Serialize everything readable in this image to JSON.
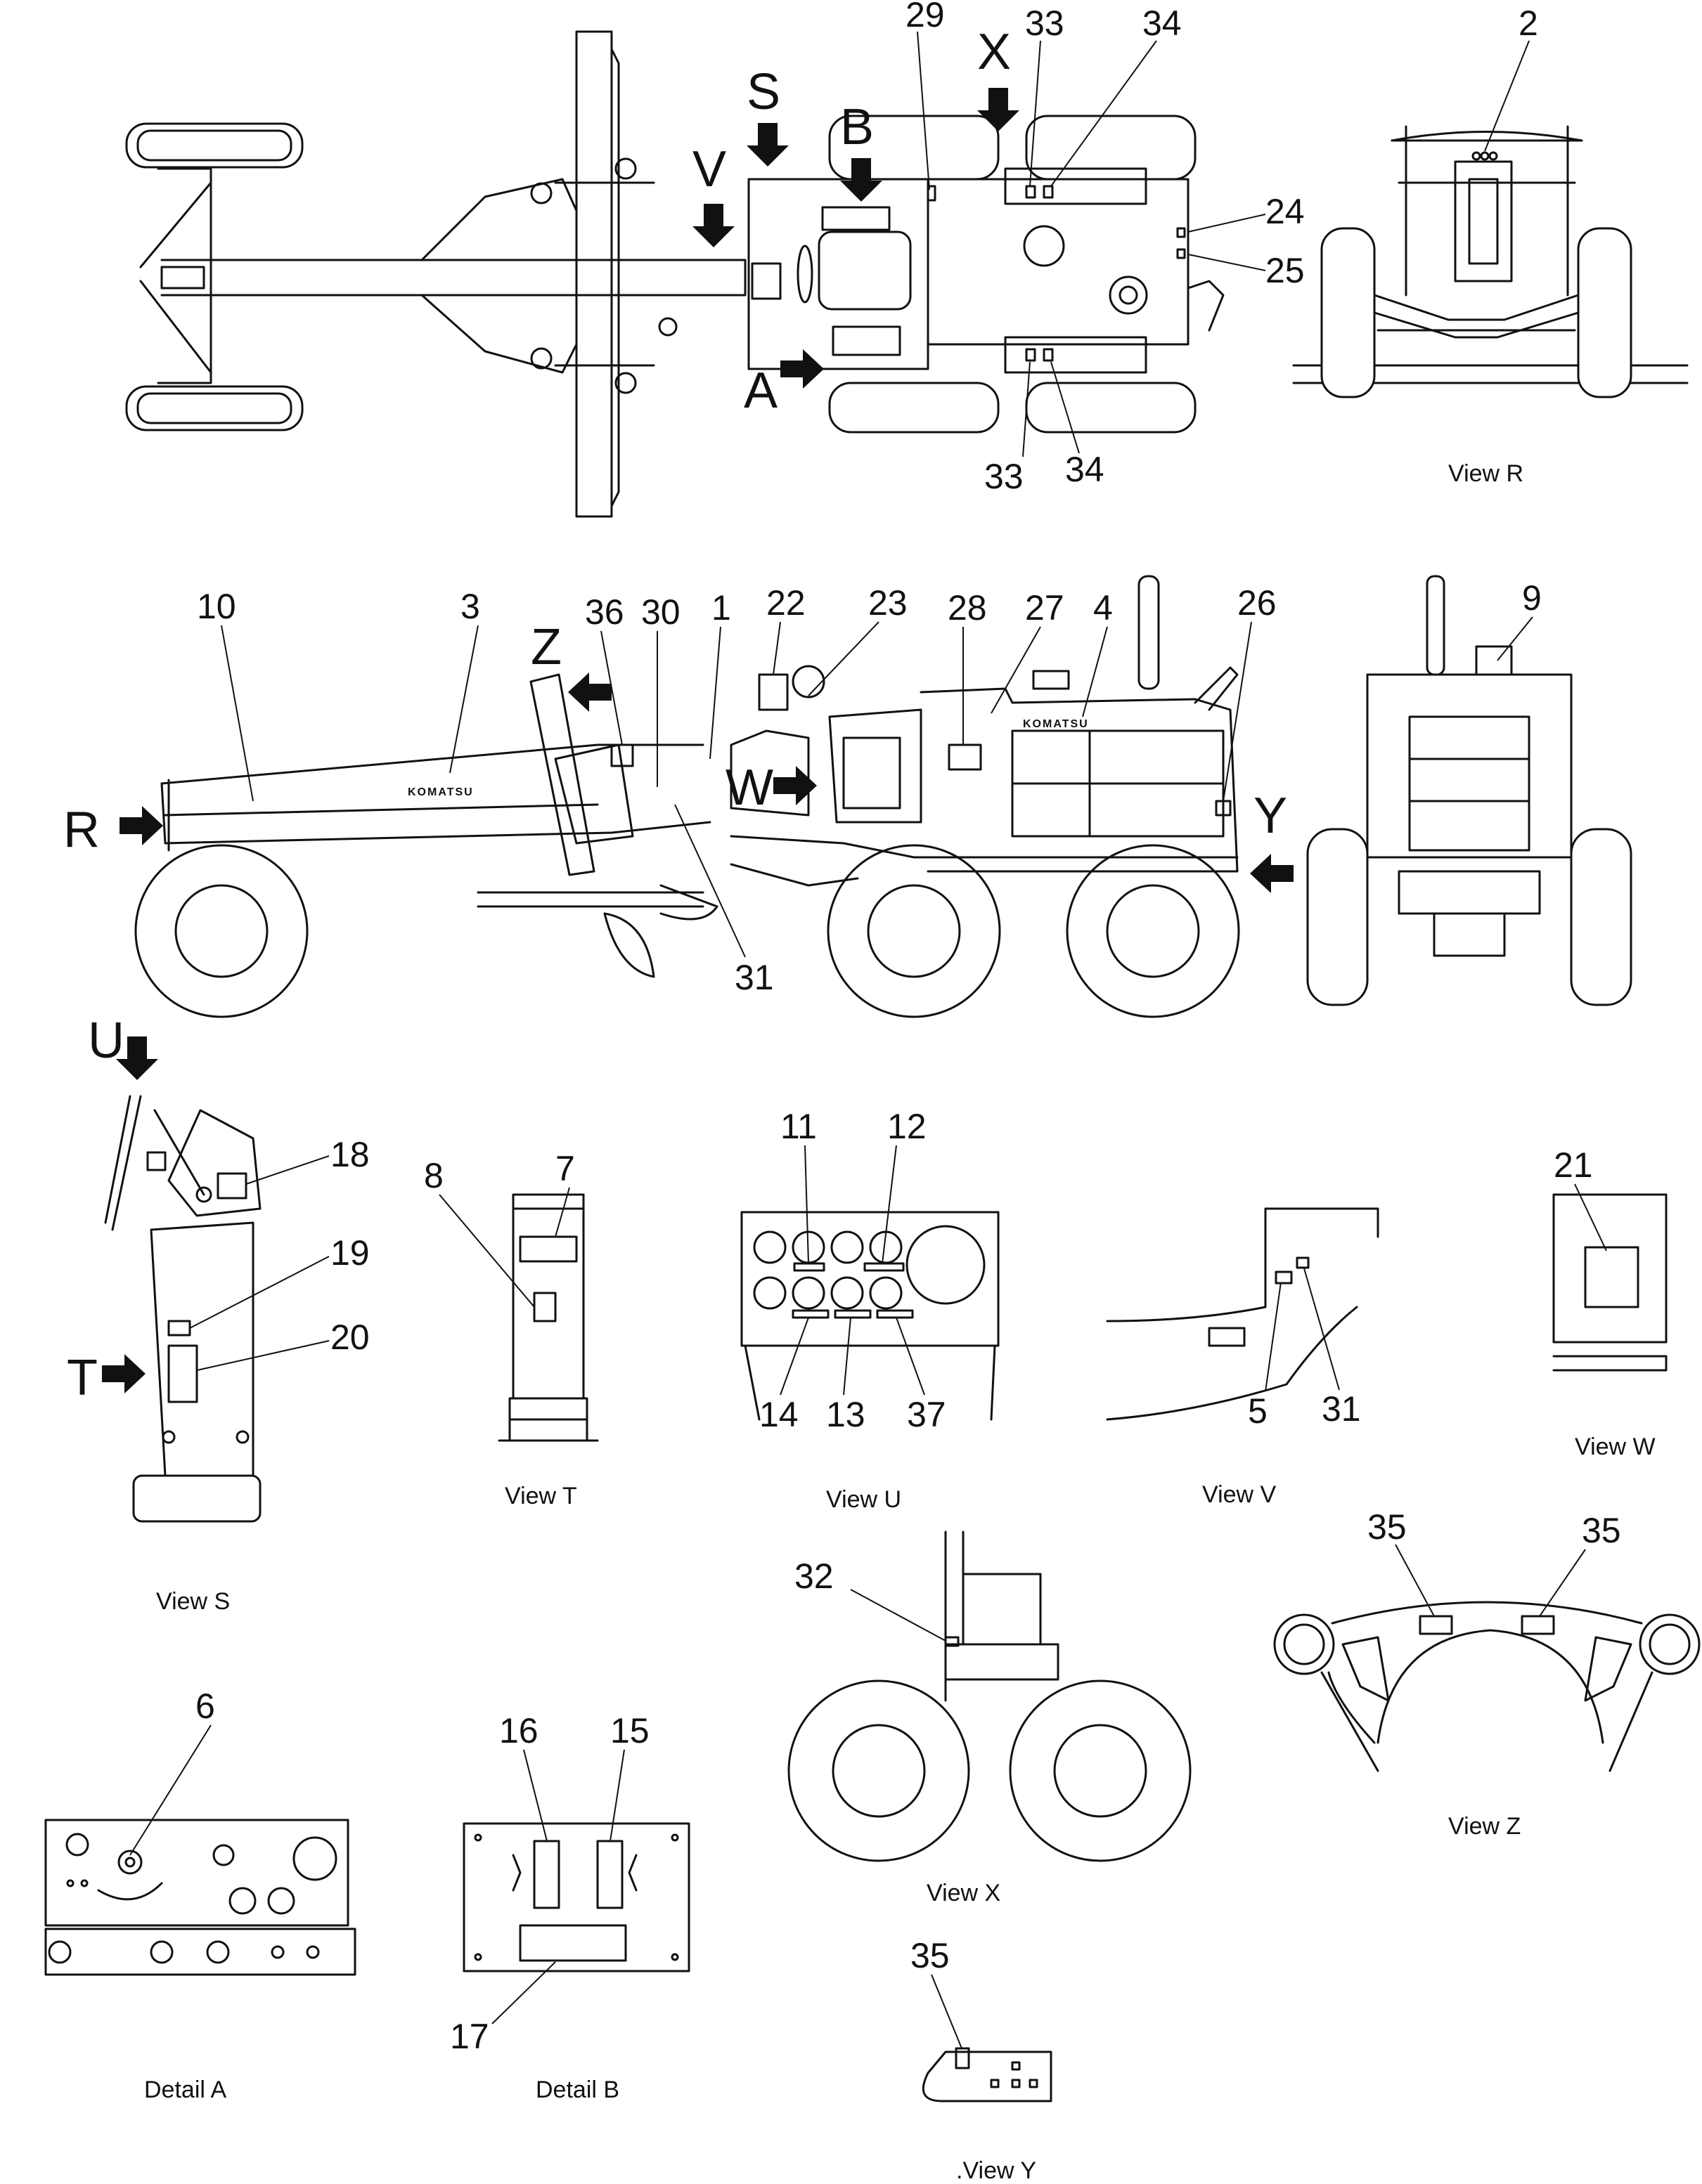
{
  "figure": {
    "brand_text": "KOMATSU",
    "callouts": [
      "1",
      "2",
      "3",
      "4",
      "5",
      "6",
      "7",
      "8",
      "9",
      "10",
      "11",
      "12",
      "13",
      "14",
      "15",
      "16",
      "17",
      "18",
      "19",
      "20",
      "21",
      "22",
      "23",
      "24",
      "25",
      "26",
      "27",
      "28",
      "29",
      "30",
      "31",
      "32",
      "33",
      "34",
      "35",
      "36",
      "37"
    ],
    "view_letters": [
      "A",
      "B",
      "R",
      "S",
      "T",
      "U",
      "V",
      "W",
      "X",
      "Y",
      "Z"
    ],
    "captions": {
      "view_r": "View R",
      "view_s": "View S",
      "view_t": "View T",
      "view_u": "View U",
      "view_v": "View V",
      "view_w": "View W",
      "view_x": "View X",
      "view_y": ".View Y",
      "view_z": "View Z",
      "detail_a": "Detail A",
      "detail_b": "Detail B"
    }
  }
}
